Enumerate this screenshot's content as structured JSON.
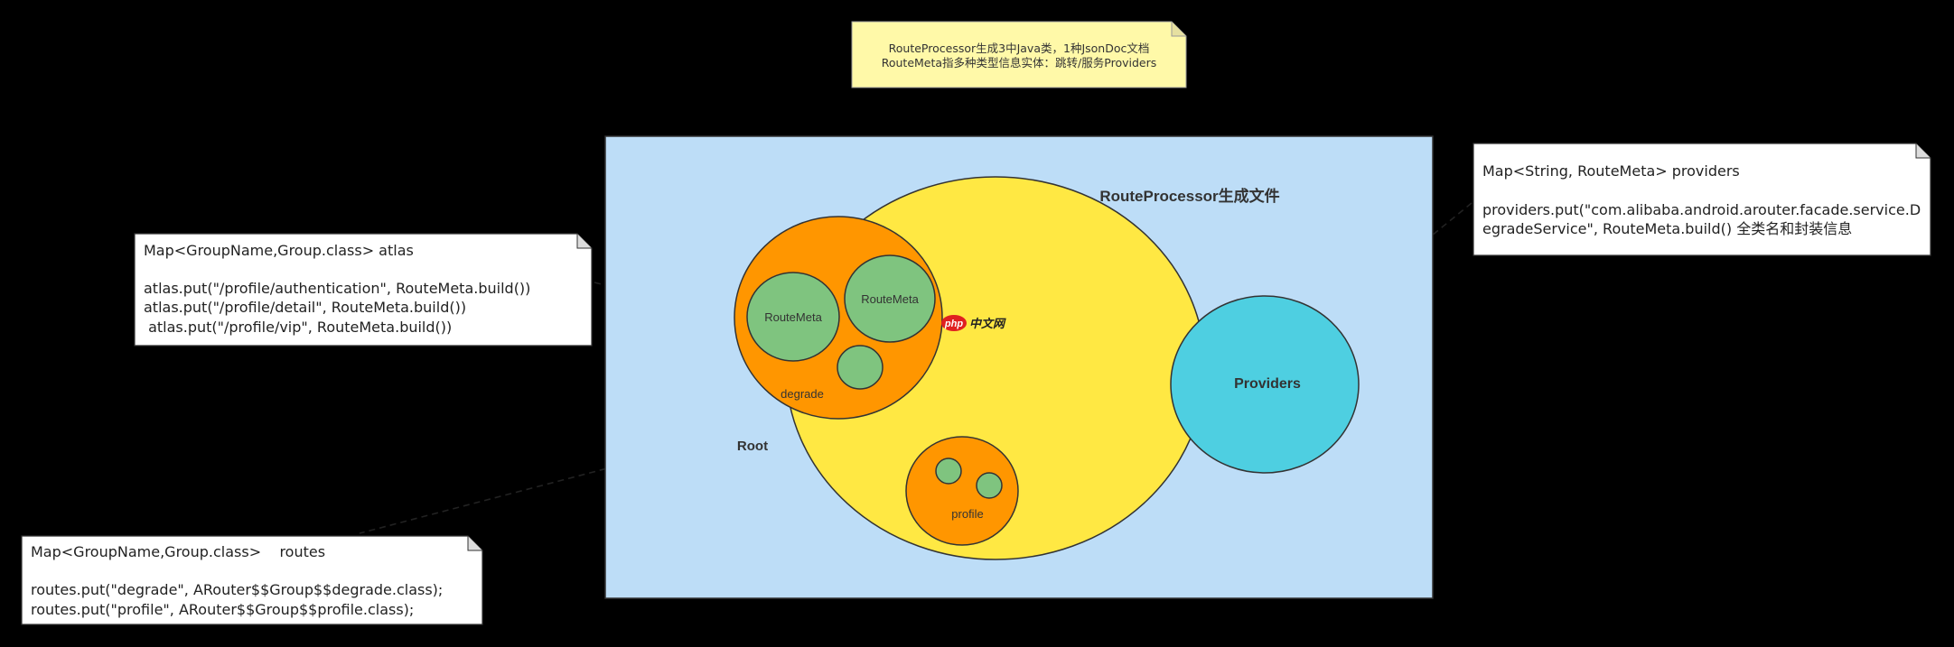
{
  "header_note": {
    "lines": [
      "RouteProcessor生成3中Java类，1种JsonDoc文档",
      "RouteMeta指多种类型信息实体：跳转/服务Providers"
    ]
  },
  "main_panel": {
    "title": "RouteProcessor生成文件"
  },
  "root_circle": {
    "label": "Root"
  },
  "degrade_circle": {
    "label": "degrade",
    "inner_labels": [
      "RouteMeta",
      "RouteMeta"
    ]
  },
  "profile_circle": {
    "label": "profile"
  },
  "providers_circle": {
    "label": "Providers"
  },
  "watermark": {
    "badge": "php",
    "text": "中文网"
  },
  "atlas_note": {
    "lines": [
      "Map<GroupName,Group.class>   atlas",
      "",
      "atlas.put(\"/profile/authentication\", RouteMeta.build())",
      "atlas.put(\"/profile/detail\", RouteMeta.build())",
      " atlas.put(\"/profile/vip\", RouteMeta.build())"
    ]
  },
  "routes_note": {
    "lines": [
      "Map<GroupName,Group.class>    routes",
      "",
      "routes.put(\"degrade\", ARouter$$Group$$degrade.class);",
      "routes.put(\"profile\", ARouter$$Group$$profile.class);"
    ]
  },
  "providers_note": {
    "lines": [
      "Map<String, RouteMeta> providers",
      "",
      "providers.put(\"com.alibaba.android.arouter.facade.service.D",
      "egradeService\", RouteMeta.build() 全类名和封装信息"
    ]
  },
  "colors": {
    "background": "#000000",
    "panel_fill": "#BDDDF7",
    "root_fill": "#FFE843",
    "group_fill": "#FF9600",
    "routemeta_fill": "#7FC47F",
    "providers_fill": "#4ECFE1",
    "note_fill": "#FFFFFF",
    "header_note_fill": "#FFF9A8",
    "stroke": "#333333",
    "watermark_red": "#E02020"
  }
}
